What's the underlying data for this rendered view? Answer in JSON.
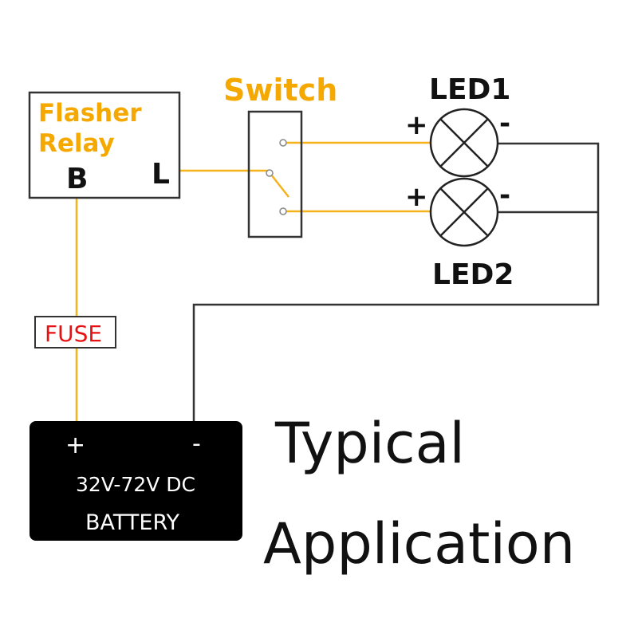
{
  "diagram": {
    "flasher_relay": {
      "title_line1": "Flasher",
      "title_line2": "Relay",
      "terminal_b": "B",
      "terminal_l": "L"
    },
    "switch": {
      "label": "Switch"
    },
    "led1": {
      "label": "LED1",
      "plus": "+",
      "minus": "-"
    },
    "led2": {
      "label": "LED2",
      "plus": "+",
      "minus": "-"
    },
    "fuse": {
      "label": "FUSE"
    },
    "battery": {
      "plus": "+",
      "minus": "-",
      "voltage": "32V-72V DC",
      "label": "BATTERY"
    },
    "caption": {
      "line1": "Typical",
      "line2": "Application"
    },
    "colors": {
      "positive_wire": "#f5b21b",
      "ground_wire": "#333333",
      "fuse_text": "#e81010",
      "label_orange": "#f5a800"
    }
  }
}
